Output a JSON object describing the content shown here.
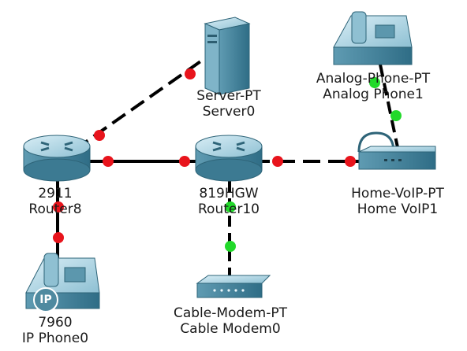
{
  "colors": {
    "link": "#000000",
    "status_down": "#e8141c",
    "status_up": "#22d92a",
    "device_body": "#6aa6bd",
    "device_dark": "#3f7f97",
    "device_light": "#bfe0ec"
  },
  "devices": [
    {
      "id": "server0",
      "type": "server",
      "icon": "server-icon",
      "model": "Server-PT",
      "name": "Server0"
    },
    {
      "id": "router8",
      "type": "router",
      "icon": "router-icon",
      "model": "2911",
      "name": "Router8"
    },
    {
      "id": "router10",
      "type": "router",
      "icon": "router-icon",
      "model": "819HGW",
      "name": "Router10"
    },
    {
      "id": "analog_phone1",
      "type": "analog-phone",
      "icon": "analog-phone-icon",
      "model": "Analog-Phone-PT",
      "name": "Analog Phone1"
    },
    {
      "id": "home_voip1",
      "type": "home-voip",
      "icon": "home-voip-icon",
      "model": "Home-VoIP-PT",
      "name": "Home VoIP1"
    },
    {
      "id": "ip_phone0",
      "type": "ip-phone",
      "icon": "ip-phone-icon",
      "model": "7960",
      "name": "IP Phone0",
      "badge": "IP"
    },
    {
      "id": "cable_modem0",
      "type": "cable-modem",
      "icon": "cable-modem-icon",
      "model": "Cable-Modem-PT",
      "name": "Cable Modem0"
    }
  ],
  "links": [
    {
      "from": "router8",
      "to": "server0",
      "style": "dashed",
      "status": [
        "down",
        "down"
      ]
    },
    {
      "from": "router8",
      "to": "router10",
      "style": "solid",
      "status": [
        "down",
        "down"
      ]
    },
    {
      "from": "router10",
      "to": "home_voip1",
      "style": "dashed",
      "status": [
        "down",
        "down"
      ]
    },
    {
      "from": "router8",
      "to": "ip_phone0",
      "style": "solid",
      "status": [
        "down",
        "down"
      ]
    },
    {
      "from": "router10",
      "to": "cable_modem0",
      "style": "dashed",
      "status": [
        "up",
        "up"
      ]
    },
    {
      "from": "analog_phone1",
      "to": "home_voip1",
      "style": "dashed",
      "status": [
        "up",
        "up"
      ]
    }
  ]
}
